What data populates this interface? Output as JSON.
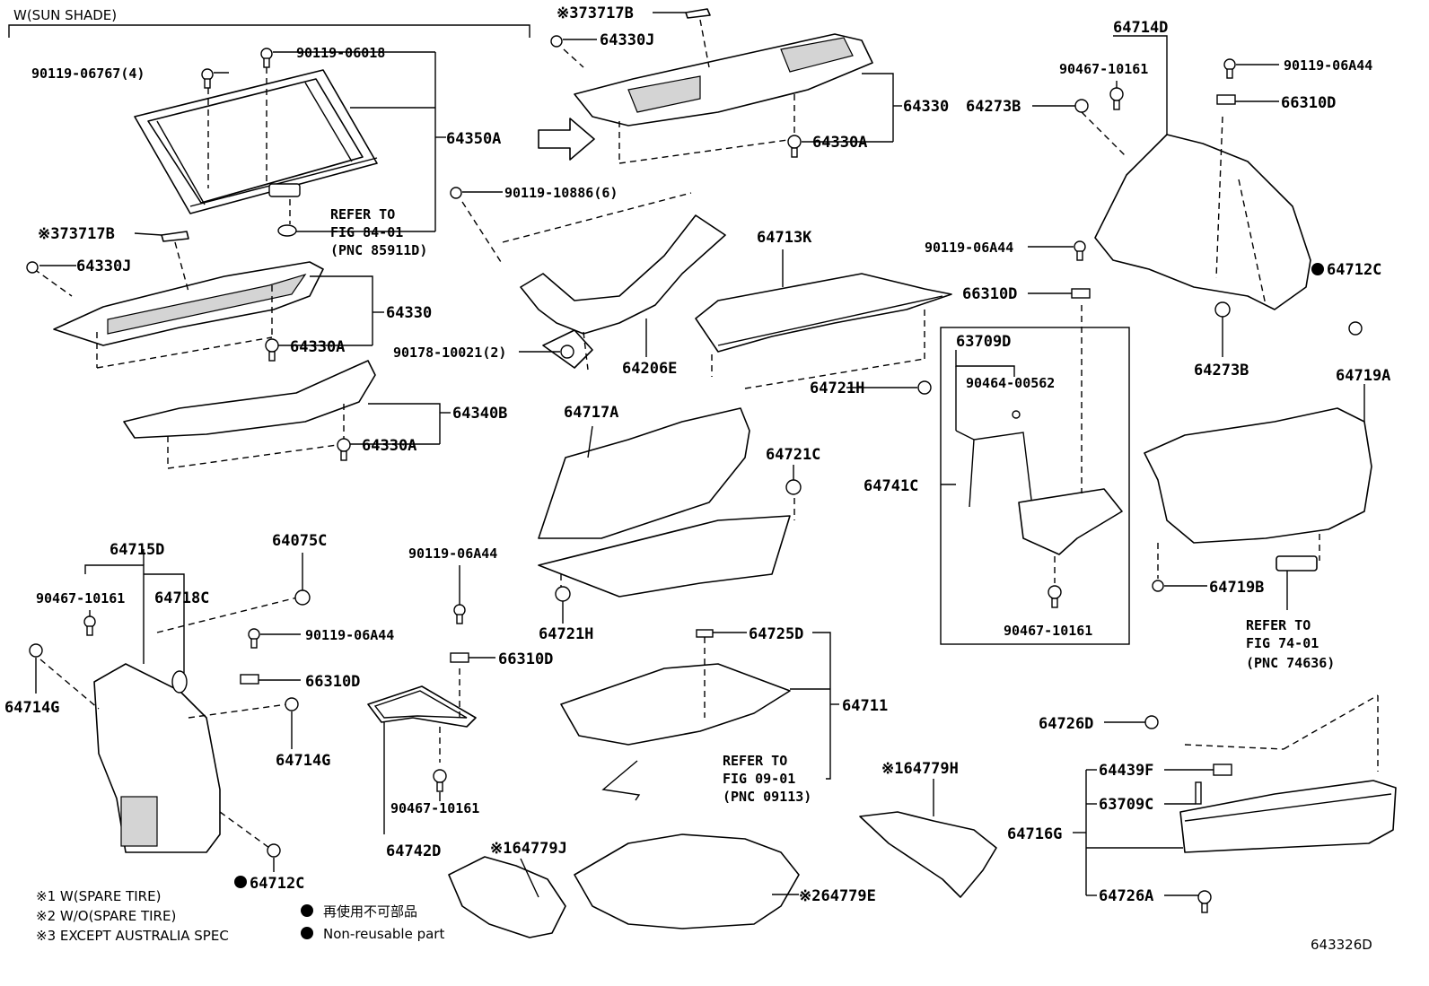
{
  "header": "W(SUN SHADE)",
  "diagram_code": "643326D",
  "legend": {
    "note1": "※1 W(SPARE TIRE)",
    "note2": "※2 W/O(SPARE TIRE)",
    "note3": "※3 EXCEPT AUSTRALIA SPEC",
    "nonreusable_jp": "再使用不可部品",
    "nonreusable_en": "Non-reusable part"
  },
  "labels": {
    "l01": "90119-06767(4)",
    "l02": "90119-06018",
    "l03": "64350A",
    "l04": "REFER TO",
    "l05": "FIG 84-01",
    "l06": "(PNC 85911D)",
    "l07": "※373717B",
    "l08": "64330J",
    "l09": "64330",
    "l10": "64330A",
    "l11": "64340B",
    "l12": "64330A",
    "l13": "※373717B",
    "l14": "64330J",
    "l15": "64330",
    "l16": "64330A",
    "l17": "90119-10886(6)",
    "l18": "90178-10021(2)",
    "l19": "64206E",
    "l20": "64713K",
    "l21": "64721H",
    "l22": "64714D",
    "l23": "90467-10161",
    "l24": "64273B",
    "l25": "90119-06A44",
    "l26": "66310D",
    "l27": "90119-06A44",
    "l28": "66310D",
    "l29": "64712C",
    "l30": "64273B",
    "l31": "63709D",
    "l32": "90464-00562",
    "l33": "64741C",
    "l34": "90467-10161",
    "l35": "64719A",
    "l36": "64719B",
    "l37": "REFER TO",
    "l38": "FIG 74-01",
    "l39": "(PNC 74636)",
    "l40": "64717A",
    "l41": "64721C",
    "l42": "64721H",
    "l43": "64715D",
    "l44": "90467-10161",
    "l45": "64718C",
    "l46": "64714G",
    "l47": "64075C",
    "l48": "90119-06A44",
    "l49": "66310D",
    "l50": "64714G",
    "l51": "64712C",
    "l52": "90119-06A44",
    "l53": "66310D",
    "l54": "90467-10161",
    "l55": "64742D",
    "l56": "64725D",
    "l57": "64711",
    "l58": "REFER TO",
    "l59": "FIG 09-01",
    "l60": "(PNC 09113)",
    "l61": "※164779H",
    "l62": "※164779J",
    "l63": "※264779E",
    "l64": "64726D",
    "l65": "64439F",
    "l66": "63709C",
    "l67": "64716G",
    "l68": "64726A"
  }
}
